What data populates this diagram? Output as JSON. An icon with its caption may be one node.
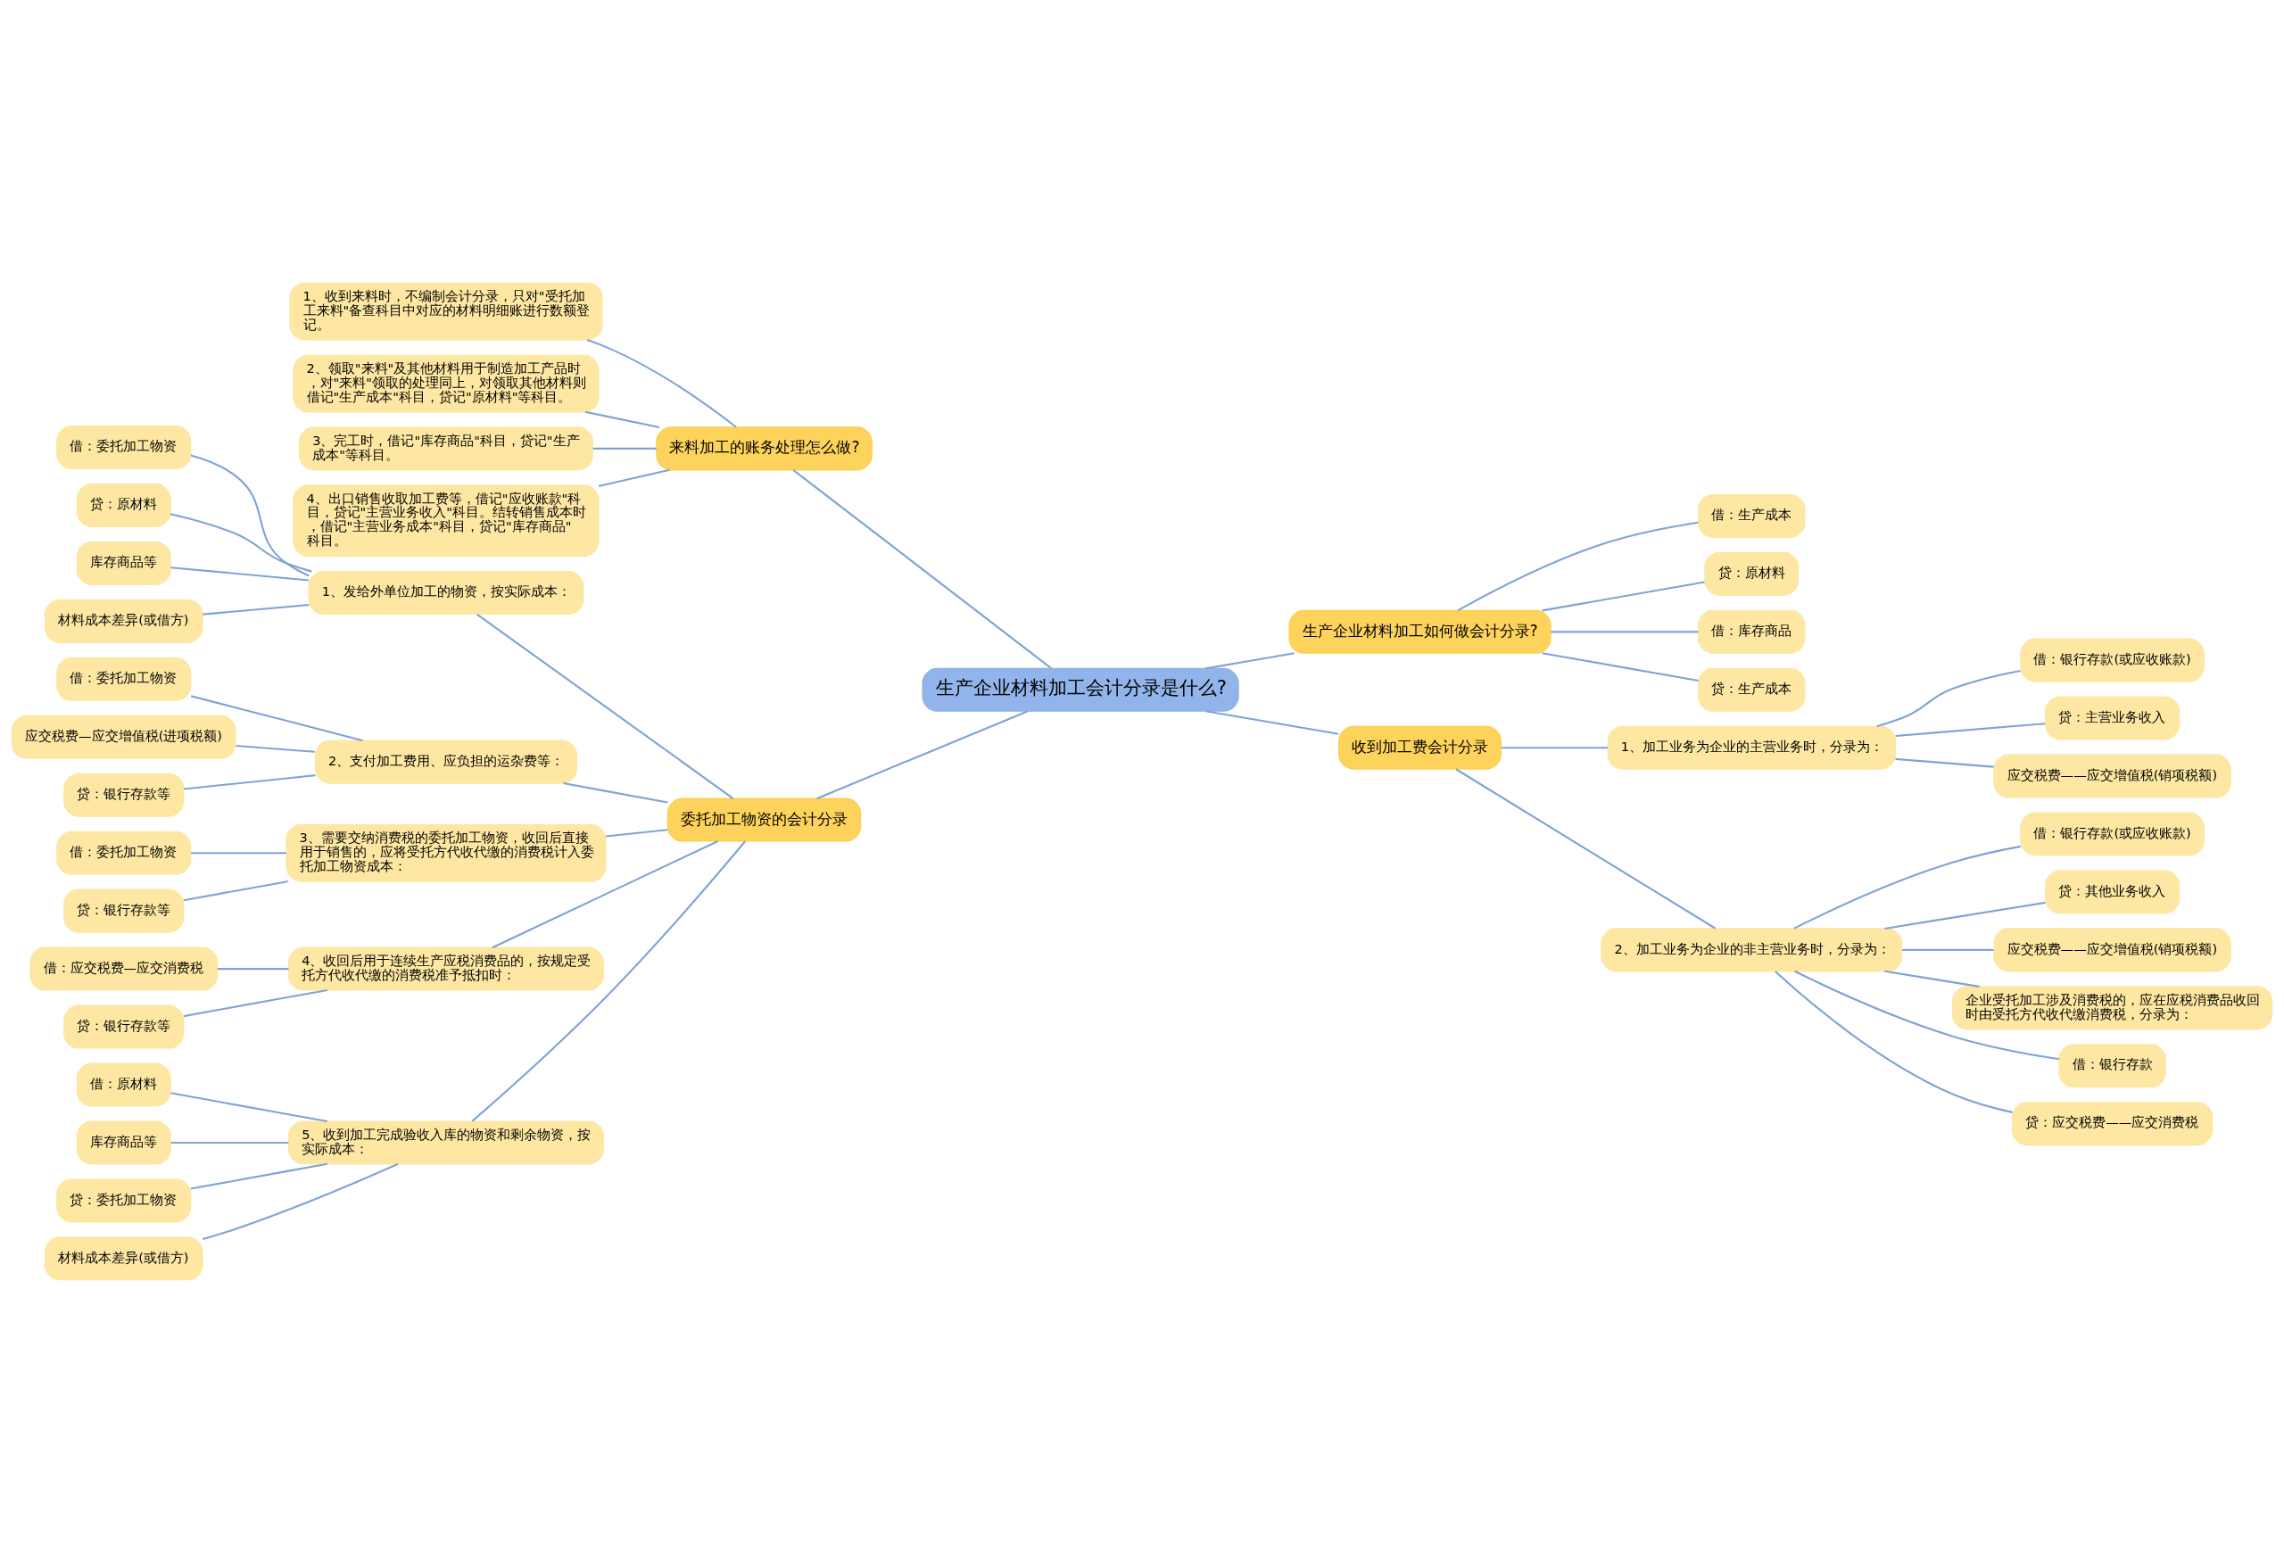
{
  "diagram": {
    "nodes": [
      {
        "text": [
          "生产企业材料加工会计分录是什么?"
        ]
      },
      {
        "text": [
          "来料加工的账务处理怎么做?"
        ]
      },
      {
        "text": [
          "1、收到来料时，不编制会计分录，只对\"受托加工来料\"备查科目中对应的材料明细账进行数额登记。"
        ]
      },
      {
        "text": [
          "2、领取\"来料\"及其他材料用于制造加工产品时，对\"来料\"领取的处理同上，对领取其他材料则借记\"生产成本\"科目，贷记\"原材料\"等科目。"
        ]
      },
      {
        "text": [
          "3、完工时，借记\"库存商品\"科目，贷记\"生产成本\"等科目。"
        ]
      },
      {
        "text": [
          "4、出口销售收取加工费等，借记\"应收账款\"科目，贷记\"主营业务收入\"科目。结转销售成本时，借记\"主营业务成本\"科目，贷记\"库存商品\"科目。"
        ]
      },
      {
        "text": [
          "委托加工物资的会计分录"
        ]
      },
      {
        "text": [
          "1、发给外单位加工的物资，按实际成本："
        ]
      },
      {
        "text": [
          "借：委托加工物资"
        ]
      },
      {
        "text": [
          "贷：原材料"
        ]
      },
      {
        "text": [
          "库存商品等"
        ]
      },
      {
        "text": [
          "材料成本差异(或借方)"
        ]
      },
      {
        "text": [
          "2、支付加工费用、应负担的运杂费等："
        ]
      },
      {
        "text": [
          "借：委托加工物资"
        ]
      },
      {
        "text": [
          "应交税费—应交增值税(进项税额)"
        ]
      },
      {
        "text": [
          "贷：银行存款等"
        ]
      },
      {
        "text": [
          "3、需要交纳消费税的委托加工物资，收回后直接用于销售的，应将受托方代收代缴的消费税计入委托加工物资成本："
        ]
      },
      {
        "text": [
          "借：委托加工物资"
        ]
      },
      {
        "text": [
          "贷：银行存款等"
        ]
      },
      {
        "text": [
          "4、收回后用于连续生产应税消费品的，按规定受托方代收代缴的消费税准予抵扣时："
        ]
      },
      {
        "text": [
          "借：应交税费—应交消费税"
        ]
      },
      {
        "text": [
          "贷：银行存款等"
        ]
      },
      {
        "text": [
          "5、收到加工完成验收入库的物资和剩余物资，按实际成本："
        ]
      },
      {
        "text": [
          "借：原材料"
        ]
      },
      {
        "text": [
          "库存商品等"
        ]
      },
      {
        "text": [
          "贷：委托加工物资"
        ]
      },
      {
        "text": [
          "材料成本差异(或借方)"
        ]
      },
      {
        "text": [
          "生产企业材料加工如何做会计分录?"
        ]
      },
      {
        "text": [
          "借：生产成本"
        ]
      },
      {
        "text": [
          "贷：原材料"
        ]
      },
      {
        "text": [
          "借：库存商品"
        ]
      },
      {
        "text": [
          "贷：生产成本"
        ]
      },
      {
        "text": [
          "收到加工费会计分录"
        ]
      },
      {
        "text": [
          "1、加工业务为企业的主营业务时，分录为："
        ]
      },
      {
        "text": [
          "借：银行存款(或应收账款)"
        ]
      },
      {
        "text": [
          "贷：主营业务收入"
        ]
      },
      {
        "text": [
          "应交税费——应交增值税(销项税额)"
        ]
      },
      {
        "text": [
          "2、加工业务为企业的非主营业务时，分录为："
        ]
      },
      {
        "text": [
          "借：银行存款(或应收账款)"
        ]
      },
      {
        "text": [
          "贷：其他业务收入"
        ]
      },
      {
        "text": [
          "应交税费——应交增值税(销项税额)"
        ]
      },
      {
        "text": [
          "企业受托加工涉及消费税的，应在应税消费品收回时由受托方代收代缴消费税，分录为："
        ]
      },
      {
        "text": [
          "借：银行存款"
        ]
      },
      {
        "text": [
          "贷：应交税费——应交消费税"
        ]
      }
    ],
    "edges": [
      {
        "from": 0,
        "to": 1,
        "arrow": "none"
      },
      {
        "from": 1,
        "to": 2,
        "arrow": "none"
      },
      {
        "from": 1,
        "to": 3,
        "arrow": "none"
      },
      {
        "from": 1,
        "to": 4,
        "arrow": "none"
      },
      {
        "from": 1,
        "to": 5,
        "arrow": "none"
      },
      {
        "from": 0,
        "to": 6,
        "arrow": "none"
      },
      {
        "from": 6,
        "to": 7,
        "arrow": "none"
      },
      {
        "from": 7,
        "to": 8,
        "arrow": "none"
      },
      {
        "from": 7,
        "to": 9,
        "arrow": "none"
      },
      {
        "from": 7,
        "to": 10,
        "arrow": "none"
      },
      {
        "from": 7,
        "to": 11,
        "arrow": "none"
      },
      {
        "from": 6,
        "to": 12,
        "arrow": "none"
      },
      {
        "from": 12,
        "to": 13,
        "arrow": "none"
      },
      {
        "from": 12,
        "to": 14,
        "arrow": "none"
      },
      {
        "from": 12,
        "to": 15,
        "arrow": "none"
      },
      {
        "from": 6,
        "to": 16,
        "arrow": "none"
      },
      {
        "from": 16,
        "to": 17,
        "arrow": "none"
      },
      {
        "from": 16,
        "to": 18,
        "arrow": "none"
      },
      {
        "from": 6,
        "to": 19,
        "arrow": "none"
      },
      {
        "from": 19,
        "to": 20,
        "arrow": "none"
      },
      {
        "from": 19,
        "to": 21,
        "arrow": "none"
      },
      {
        "from": 6,
        "to": 22,
        "arrow": "none"
      },
      {
        "from": 22,
        "to": 23,
        "arrow": "none"
      },
      {
        "from": 22,
        "to": 24,
        "arrow": "none"
      },
      {
        "from": 22,
        "to": 25,
        "arrow": "none"
      },
      {
        "from": 22,
        "to": 26,
        "arrow": "none"
      },
      {
        "from": 0,
        "to": 27,
        "arrow": "none"
      },
      {
        "from": 27,
        "to": 28,
        "arrow": "none"
      },
      {
        "from": 27,
        "to": 29,
        "arrow": "none"
      },
      {
        "from": 27,
        "to": 30,
        "arrow": "none"
      },
      {
        "from": 27,
        "to": 31,
        "arrow": "none"
      },
      {
        "from": 0,
        "to": 32,
        "arrow": "none"
      },
      {
        "from": 32,
        "to": 33,
        "arrow": "none"
      },
      {
        "from": 33,
        "to": 34,
        "arrow": "none"
      },
      {
        "from": 33,
        "to": 35,
        "arrow": "none"
      },
      {
        "from": 33,
        "to": 36,
        "arrow": "none"
      },
      {
        "from": 32,
        "to": 37,
        "arrow": "none"
      },
      {
        "from": 37,
        "to": 38,
        "arrow": "none"
      },
      {
        "from": 37,
        "to": 39,
        "arrow": "none"
      },
      {
        "from": 37,
        "to": 40,
        "arrow": "none"
      },
      {
        "from": 37,
        "to": 41,
        "arrow": "none"
      },
      {
        "from": 37,
        "to": 42,
        "arrow": "none"
      },
      {
        "from": 37,
        "to": 43,
        "arrow": "none"
      }
    ]
  }
}
